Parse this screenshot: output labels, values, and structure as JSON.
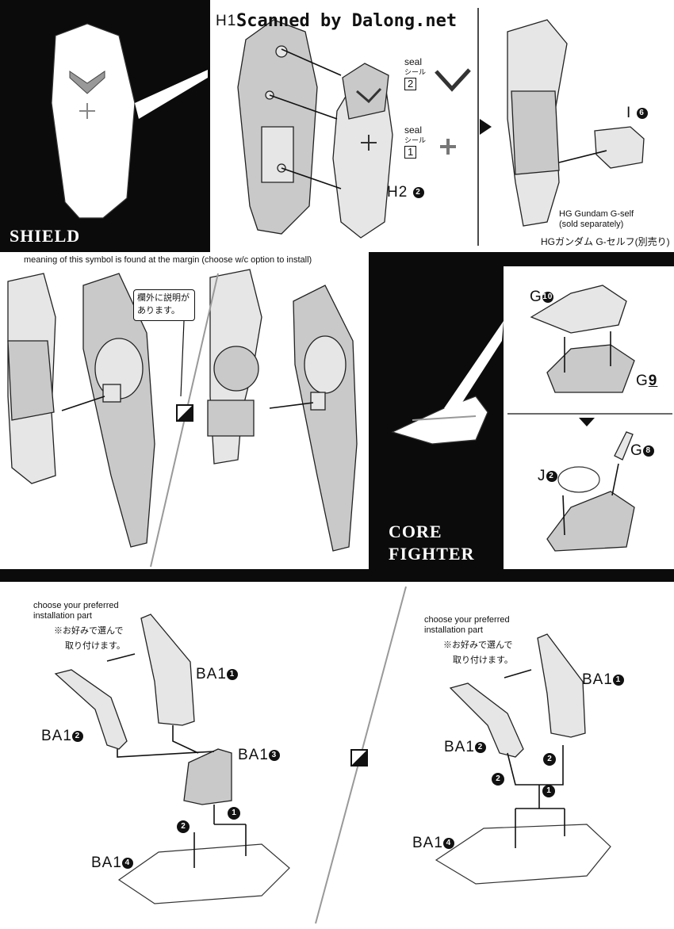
{
  "watermark": "Scanned by Dalong.net",
  "shield": {
    "title": "SHIELD",
    "step_parts": {
      "h1": "H1",
      "h2": "H2",
      "h2_badge": "2",
      "seal_label_a": "seal",
      "seal_kana_a": "シール",
      "seal_num_a": "2",
      "seal_label_b": "seal",
      "seal_kana_b": "シール",
      "seal_num_b": "1",
      "i6": "I",
      "i6_badge": "6"
    },
    "gself_note_en_1": "HG Gundam G-self",
    "gself_note_en_2": "(sold separately)",
    "gself_note_jp": "HGガンダム G-セルフ(別売り)"
  },
  "option": {
    "meaning_text": "meaning of this symbol is found at the margin (choose w/c option to install)",
    "callout_line1": "欄外に説明が",
    "callout_line2": "あります。"
  },
  "core_fighter": {
    "title_line1": "CORE",
    "title_line2": "FIGHTER",
    "g10": "G",
    "g10_badge": "10",
    "g9": "G",
    "g9_badge": "9",
    "j2": "J",
    "j2_badge": "2",
    "g8": "G",
    "g8_badge": "8"
  },
  "stand_left": {
    "note_en_1": "choose your preferred",
    "note_en_2": "installation part",
    "note_jp_1": "※お好みで選んで",
    "note_jp_2": "取り付けます。",
    "ba1_1": "BA1",
    "ba1_1_badge": "1",
    "ba1_2": "BA1",
    "ba1_2_badge": "2",
    "ba1_3": "BA1",
    "ba1_3_badge": "3",
    "ba1_4": "BA1",
    "ba1_4_badge": "4",
    "step1": "1",
    "step2": "2"
  },
  "stand_right": {
    "note_en_1": "choose your preferred",
    "note_en_2": "installation part",
    "note_jp_1": "※お好みで選んで",
    "note_jp_2": "取り付けます。",
    "ba1_1": "BA1",
    "ba1_1_badge": "1",
    "ba1_2": "BA1",
    "ba1_2_badge": "2",
    "ba1_4": "BA1",
    "ba1_4_badge": "4",
    "step1": "1",
    "step2a": "2",
    "step2b": "2"
  }
}
